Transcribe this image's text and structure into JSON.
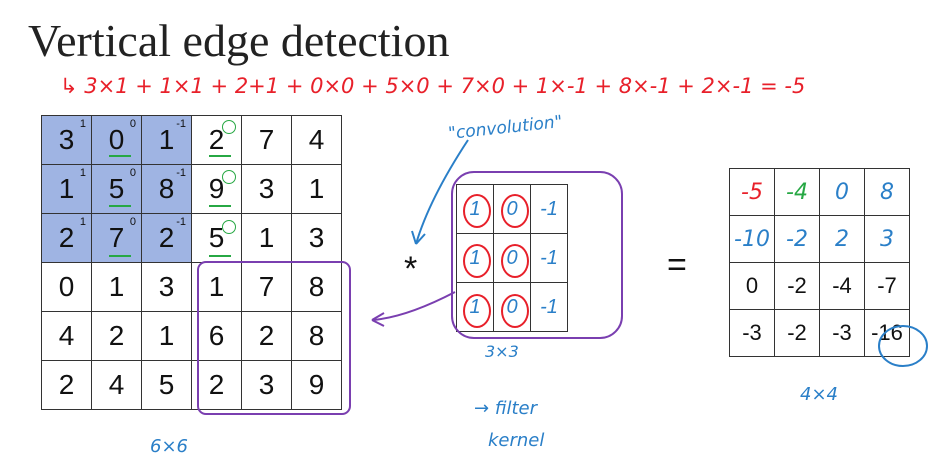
{
  "title": "Vertical edge detection",
  "formula": "3×1 + 1×1 + 2+1 + 0×0 + 5×0 + 7×0 + 1×-1 + 8×-1 + 2×-1 = -5",
  "annotations": {
    "convolution": "\"convolution\"",
    "filter": "filter",
    "kernel": "kernel",
    "input_size": "6×6",
    "filter_size": "3×3",
    "output_size": "4×4",
    "asterisk": "*",
    "equals": "="
  },
  "input_matrix": [
    [
      "3",
      "0",
      "1",
      "2",
      "7",
      "4"
    ],
    [
      "1",
      "5",
      "8",
      "9",
      "3",
      "1"
    ],
    [
      "2",
      "7",
      "2",
      "5",
      "1",
      "3"
    ],
    [
      "0",
      "1",
      "3",
      "1",
      "7",
      "8"
    ],
    [
      "4",
      "2",
      "1",
      "6",
      "2",
      "8"
    ],
    [
      "2",
      "4",
      "5",
      "2",
      "3",
      "9"
    ]
  ],
  "kernel_overlay": [
    [
      "1",
      "0",
      "-1"
    ],
    [
      "1",
      "0",
      "-1"
    ],
    [
      "1",
      "0",
      "-1"
    ]
  ],
  "filter_matrix": [
    [
      "1",
      "0",
      "-1"
    ],
    [
      "1",
      "0",
      "-1"
    ],
    [
      "1",
      "0",
      "-1"
    ]
  ],
  "output_matrix": [
    [
      "-5",
      "-4",
      "0",
      "8"
    ],
    [
      "-10",
      "-2",
      "2",
      "3"
    ],
    [
      "0",
      "-2",
      "-4",
      "-7"
    ],
    [
      "-3",
      "-2",
      "-3",
      "-16"
    ]
  ],
  "colors": {
    "highlight": "#9fb4e3",
    "red": "#e8202a",
    "green": "#27a844",
    "blue": "#2a7fc8",
    "purple": "#7a3fb0"
  }
}
